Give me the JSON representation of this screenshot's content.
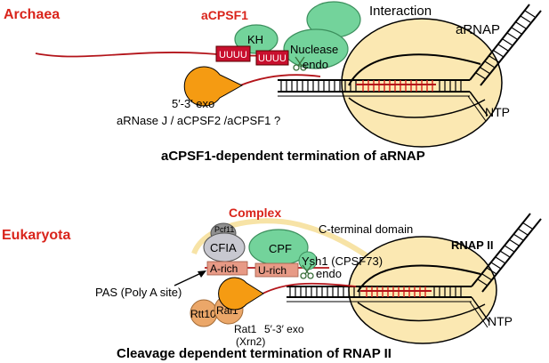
{
  "colors": {
    "title_red": "#d9241b",
    "rnap_fill": "#fbe8b2",
    "protein_green": "#73d39b",
    "protein_green_stroke": "#3c8f5d",
    "exo_orange": "#f59b12",
    "uuuu_red": "#c8102e",
    "rna_red": "#b3141a",
    "cfia_gray": "#c8c8d0",
    "pcf11_gray": "#8f8f8f",
    "rich_fill": "#e79a86",
    "rai_orange": "#eba769"
  },
  "icons": {
    "scissors_top": "scissors-icon",
    "scissors_bottom": "scissors-icon"
  },
  "archaea": {
    "label": "Archaea",
    "acpsf1": "aCPSF1",
    "interaction": "Interaction",
    "arnap": "aRNAP",
    "kh": "KH",
    "nuclease": "Nuclease",
    "uuuu_1": "UUUU",
    "uuuu_2": "UUUU",
    "endo": "endo",
    "exo": "5′-3′ exo",
    "candidates": "aRNase J / aCPSF2 /aCPSF1 ?",
    "ntp": "NTP",
    "caption": "aCPSF1-dependent termination of aRNAP"
  },
  "eukaryota": {
    "label": "Eukaryota",
    "complex": "Complex",
    "pcf11": "Pcf11",
    "cfia": "CFIA",
    "cpf": "CPF",
    "ctd": "C-terminal domain",
    "rnap": "RNAP II",
    "a_rich": "A-rich",
    "u_rich": "U-rich",
    "ysh1": "Ysh1 (CPSF73)",
    "endo": "endo",
    "pas": "PAS (Poly A site)",
    "rtt103": "Rtt103",
    "rai1": "Rai1",
    "rat1": "Rat1",
    "xrn2": "(Xrn2)",
    "exo": "5′-3′ exo",
    "ntp": "NTP",
    "caption": "Cleavage dependent termination of RNAP II"
  }
}
